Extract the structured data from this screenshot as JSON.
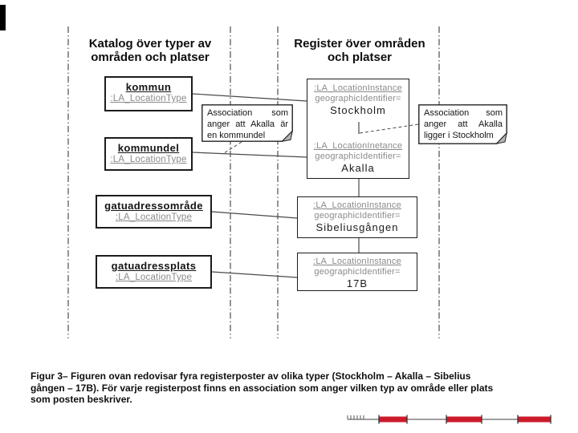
{
  "diagram": {
    "header_left_lines": [
      "Katalog över typer av",
      "områden och platser"
    ],
    "header_right_lines": [
      "Register över områden",
      "och platser"
    ],
    "type_boxes": [
      {
        "name": "kommun",
        "type": ":LA_LocationType"
      },
      {
        "name": "kommundel",
        "type": ":LA_LocationType"
      },
      {
        "name": "gatuadressområde",
        "type": ":LA_LocationType"
      },
      {
        "name": "gatuadressplats",
        "type": ":LA_LocationType"
      }
    ],
    "instance_boxes": [
      {
        "classifier": ":LA_LocationInstance",
        "attribute": "geographicIdentifier=",
        "value": "Stockholm"
      },
      {
        "classifier": ":LA_LocationInetance",
        "attribute": "geographicIdentifier=",
        "value": "Akalla"
      },
      {
        "classifier": ":LA_LocationInstance",
        "attribute": "geographicIdentifier=",
        "value": "Sibeliusgången"
      },
      {
        "classifier": ":LA_LocationInstance",
        "attribute": "geographicIdentifier=",
        "value": "17B"
      }
    ],
    "notes": [
      {
        "lines": [
          "Association som",
          "anger att Akalla är",
          "en kommundel"
        ]
      },
      {
        "lines": [
          "Association som",
          "anger att Akalla",
          "ligger i Stockholm"
        ]
      }
    ]
  },
  "caption": {
    "lines": [
      "Figur 3– Figuren ovan redovisar fyra registerposter av olika typer (Stockholm – Akalla – Sibelius",
      "gången – 17B). För varje registerpost finns en association som anger vilken typ av område eller plats",
      "som posten beskriver."
    ]
  },
  "colors": {
    "scale_bar_red": "#cd1a2b",
    "gray_text": "#8a8a8a"
  }
}
